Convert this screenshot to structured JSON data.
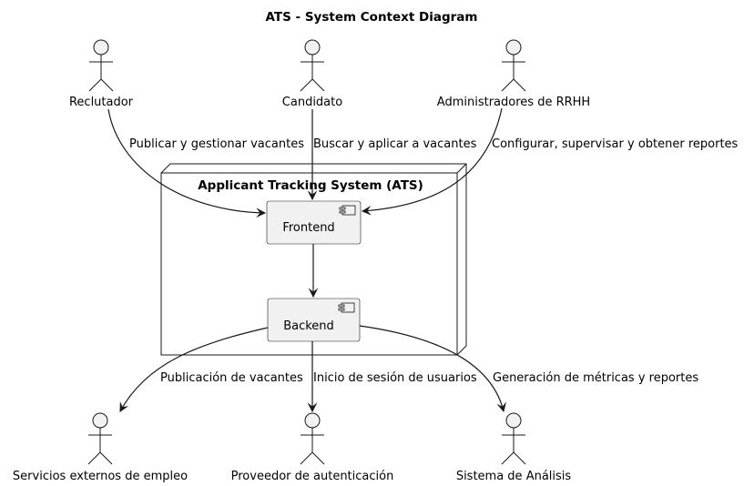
{
  "title": "ATS - System Context Diagram",
  "system": {
    "name": "Applicant Tracking System (ATS)"
  },
  "components": {
    "frontend": "Frontend",
    "backend": "Backend"
  },
  "actors": {
    "reclutador": "Reclutador",
    "candidato": "Candidato",
    "admin": "Administradores de RRHH",
    "servicios": "Servicios externos de empleo",
    "proveedor": "Proveedor de autenticación",
    "analisis": "Sistema de Análisis"
  },
  "edges": {
    "reclutador_frontend": "Publicar y gestionar vacantes",
    "candidato_frontend": "Buscar y aplicar a vacantes",
    "admin_frontend": "Configurar, supervisar y obtener reportes",
    "backend_servicios": "Publicación de vacantes",
    "backend_proveedor": "Inicio de sesión de usuarios",
    "backend_analisis": "Generación de métricas y reportes"
  }
}
